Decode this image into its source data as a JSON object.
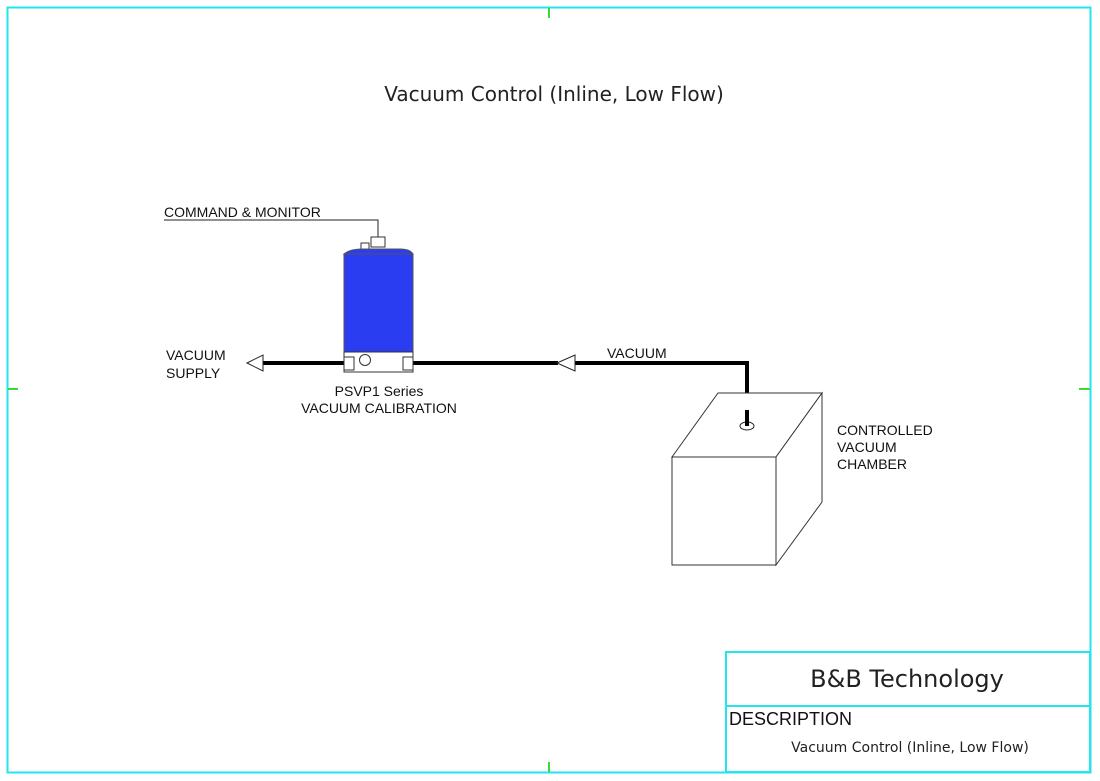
{
  "drawing": {
    "title": "Vacuum Control (Inline, Low Flow)",
    "labels": {
      "command_monitor": "COMMAND & MONITOR",
      "vacuum_supply_line1": "VACUUM",
      "vacuum_supply_line2": "SUPPLY",
      "device_line1": "PSVP1 Series",
      "device_line2": "VACUUM CALIBRATION",
      "vacuum": "VACUUM",
      "chamber_line1": "CONTROLLED",
      "chamber_line2": "VACUUM",
      "chamber_line3": "CHAMBER"
    }
  },
  "title_block": {
    "company": "B&B Technology",
    "description_header": "DESCRIPTION",
    "description": "Vacuum Control (Inline, Low Flow)"
  },
  "colors": {
    "border": "#22e5ee",
    "tick": "#33dd33",
    "device_body": "#2a3df0",
    "line": "#000000"
  }
}
